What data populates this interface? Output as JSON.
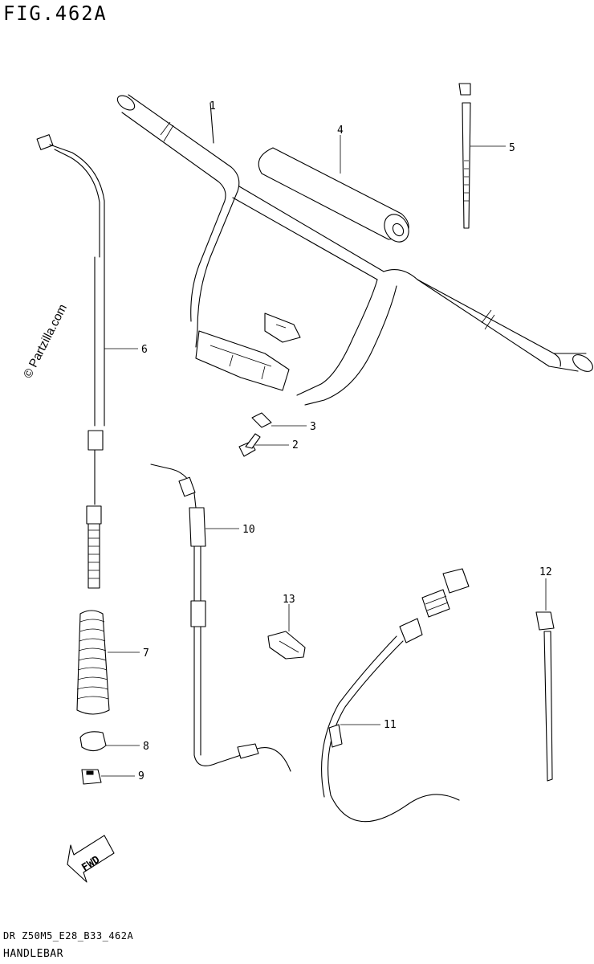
{
  "figure": {
    "title": "FIG.462A",
    "watermark": "© Partzilla.com",
    "footer_code": "DR Z50M5_E28_B33_462A",
    "footer_title": "HANDLEBAR",
    "fwd_label": "FWD"
  },
  "callouts": [
    "1",
    "2",
    "3",
    "4",
    "5",
    "6",
    "7",
    "8",
    "9",
    "10",
    "11",
    "12",
    "13"
  ]
}
